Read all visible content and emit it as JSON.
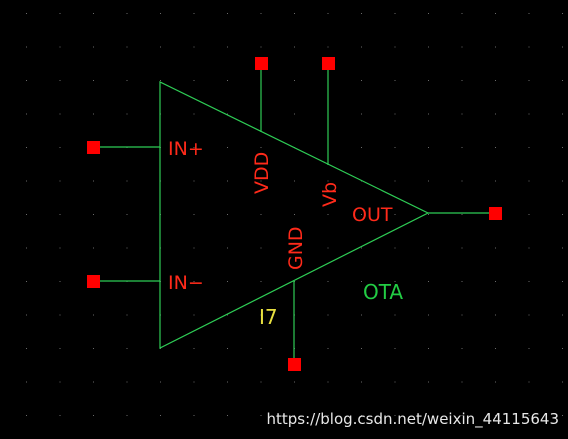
{
  "schematic": {
    "pins": {
      "in_plus": "IN+",
      "in_minus": "IN−",
      "vdd": "VDD",
      "vb": "Vb",
      "gnd": "GND",
      "out": "OUT"
    },
    "instance_name": "I7",
    "cell_name": "OTA"
  },
  "watermark": "https://blog.csdn.net/weixin_44115643",
  "colors": {
    "background": "#000000",
    "wire": "#2ecc55",
    "pin_label": "#ff2a1a",
    "pin_square": "#ff0000",
    "instance_label": "#e8e040",
    "cell_label": "#22cc44"
  }
}
